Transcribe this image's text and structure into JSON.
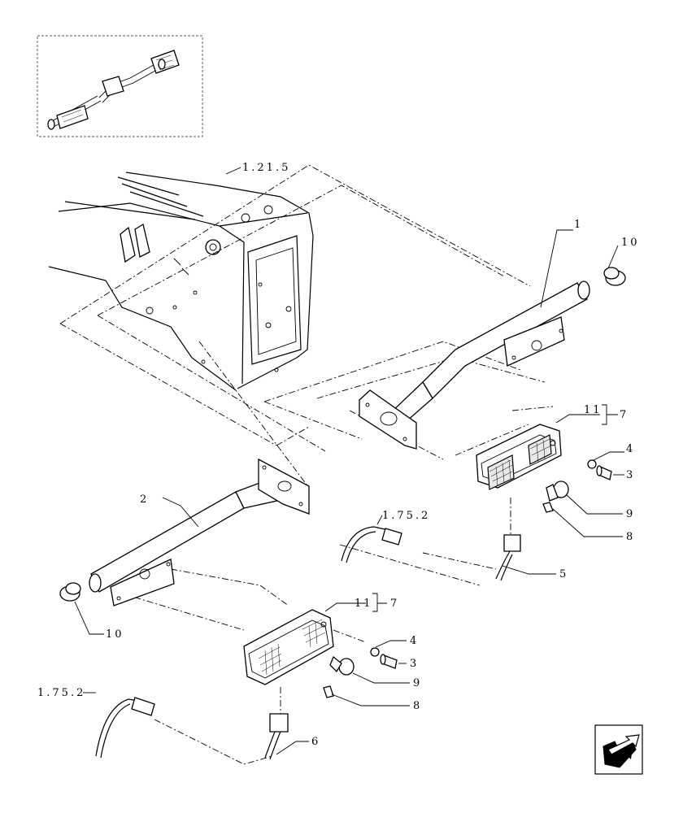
{
  "diagram": {
    "callouts": [
      {
        "id": "ref-1-21-5",
        "text": "1.21.5"
      },
      {
        "id": "c1",
        "text": "1"
      },
      {
        "id": "c10-top",
        "text": "10"
      },
      {
        "id": "c11-top",
        "text": "11"
      },
      {
        "id": "c7-top",
        "text": "7"
      },
      {
        "id": "c4-top",
        "text": "4"
      },
      {
        "id": "c3-top",
        "text": "3"
      },
      {
        "id": "c9-top",
        "text": "9"
      },
      {
        "id": "c8-top",
        "text": "8"
      },
      {
        "id": "ref-1-75-2-top",
        "text": "1.75.2"
      },
      {
        "id": "c5",
        "text": "5"
      },
      {
        "id": "c2",
        "text": "2"
      },
      {
        "id": "c10-bottom",
        "text": "10"
      },
      {
        "id": "c11-bottom",
        "text": "11"
      },
      {
        "id": "c7-bottom",
        "text": "7"
      },
      {
        "id": "c4-bottom",
        "text": "4"
      },
      {
        "id": "c3-bottom",
        "text": "3"
      },
      {
        "id": "c9-bottom",
        "text": "9"
      },
      {
        "id": "c8-bottom",
        "text": "8"
      },
      {
        "id": "ref-1-75-2-bottom",
        "text": "1.75.2"
      },
      {
        "id": "c6",
        "text": "6"
      }
    ],
    "nav_icon": "next-page-arrow-icon"
  }
}
